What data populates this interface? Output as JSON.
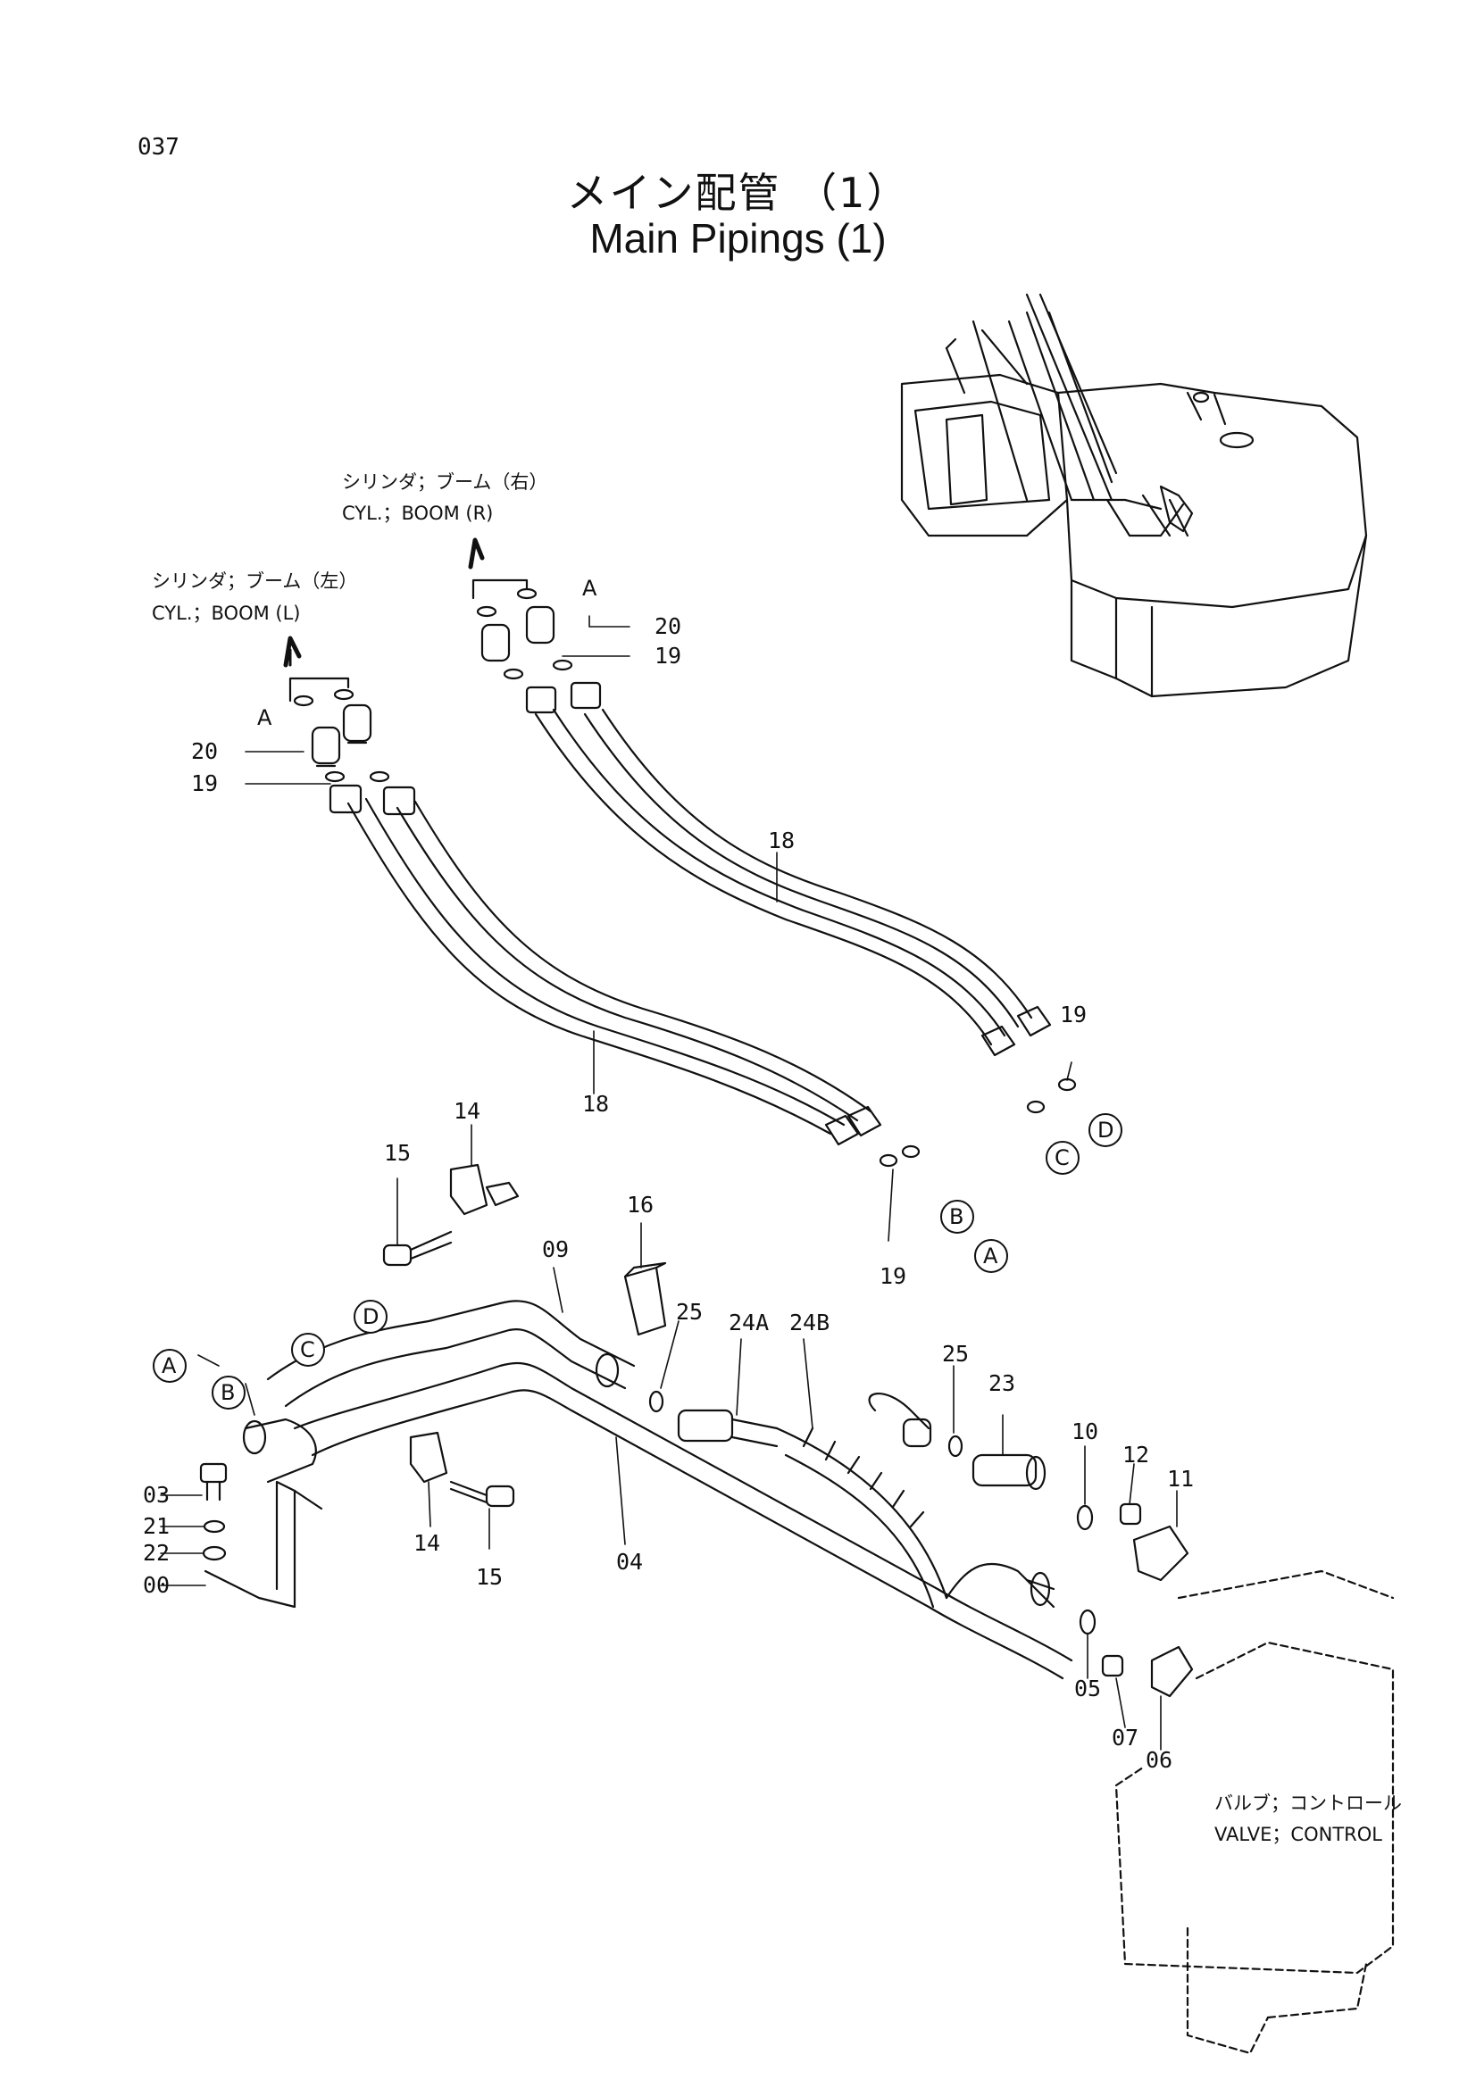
{
  "page_number": "037",
  "title_jp": "メイン配管 （1）",
  "title_en": "Main Pipings (1)",
  "callouts": {
    "cyl_boom_r_jp": "シリンダ；ブーム（右）",
    "cyl_boom_r_en": "CYL.；BOOM (R)",
    "cyl_boom_l_jp": "シリンダ；ブーム（左）",
    "cyl_boom_l_en": "CYL.；BOOM (L)",
    "valve_control_jp": "バルブ；コントロール",
    "valve_control_en": "VALVE；CONTROL"
  },
  "parts": {
    "p00": "00",
    "p03": "03",
    "p04": "04",
    "p05": "05",
    "p06": "06",
    "p07": "07",
    "p09": "09",
    "p10": "10",
    "p11": "11",
    "p12": "12",
    "p14": "14",
    "p15": "15",
    "p16": "16",
    "p18": "18",
    "p19": "19",
    "p20": "20",
    "p21": "21",
    "p22": "22",
    "p23": "23",
    "p24a": "24A",
    "p24b": "24B",
    "p25": "25"
  },
  "refs": {
    "a": "A",
    "b": "B",
    "c": "C",
    "d": "D"
  }
}
